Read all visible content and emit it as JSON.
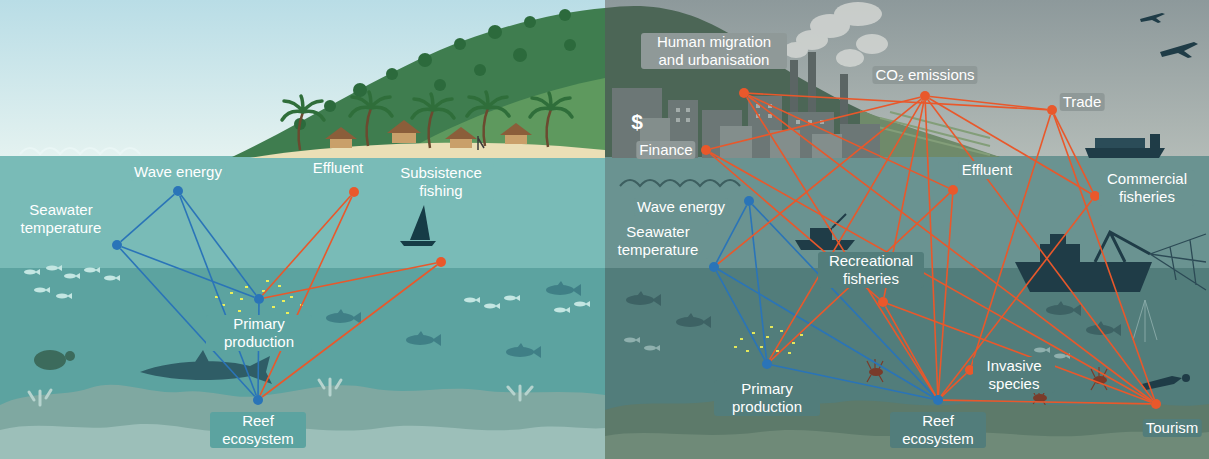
{
  "diagram": {
    "nodes": [
      {
        "text": [
          "Wave energy"
        ]
      },
      {
        "text": [
          "Effluent"
        ]
      },
      {
        "text": [
          "Seawater temperature"
        ]
      },
      {
        "text": [
          "Subsistence fishing"
        ]
      },
      {
        "text": [
          "Primary production"
        ]
      },
      {
        "text": [
          "Reef ecosystem"
        ]
      },
      {
        "text": [
          "Human migration and urbanisation"
        ]
      },
      {
        "text": [
          "CO₂ emissions"
        ]
      },
      {
        "text": [
          "Trade"
        ]
      },
      {
        "text": [
          "Finance"
        ]
      },
      {
        "text": [
          "Effluent"
        ]
      },
      {
        "text": [
          "Commercial fisheries"
        ]
      },
      {
        "text": [
          "Wave energy"
        ]
      },
      {
        "text": [
          "Seawater temperature"
        ]
      },
      {
        "text": [
          "Recreational fisheries"
        ]
      },
      {
        "text": [
          "Primary production"
        ]
      },
      {
        "text": [
          "Invasive species"
        ]
      },
      {
        "text": [
          "Tourism"
        ]
      },
      {
        "text": [
          "Reef ecosystem"
        ]
      }
    ],
    "edges": [
      {
        "from": 0,
        "to": 2,
        "arrow": "none"
      },
      {
        "from": 0,
        "to": 4,
        "arrow": "none"
      },
      {
        "from": 0,
        "to": 5,
        "arrow": "none"
      },
      {
        "from": 2,
        "to": 4,
        "arrow": "none"
      },
      {
        "from": 2,
        "to": 5,
        "arrow": "none"
      },
      {
        "from": 4,
        "to": 5,
        "arrow": "none"
      },
      {
        "from": 1,
        "to": 4,
        "arrow": "none"
      },
      {
        "from": 1,
        "to": 5,
        "arrow": "none"
      },
      {
        "from": 3,
        "to": 4,
        "arrow": "none"
      },
      {
        "from": 3,
        "to": 5,
        "arrow": "none"
      },
      {
        "from": 12,
        "to": 13,
        "arrow": "none"
      },
      {
        "from": 12,
        "to": 15,
        "arrow": "none"
      },
      {
        "from": 12,
        "to": 18,
        "arrow": "none"
      },
      {
        "from": 13,
        "to": 15,
        "arrow": "none"
      },
      {
        "from": 13,
        "to": 18,
        "arrow": "none"
      },
      {
        "from": 15,
        "to": 18,
        "arrow": "none"
      },
      {
        "from": 6,
        "to": 8,
        "arrow": "none"
      },
      {
        "from": 6,
        "to": 10,
        "arrow": "none"
      },
      {
        "from": 6,
        "to": 18,
        "arrow": "none"
      },
      {
        "from": 6,
        "to": 17,
        "arrow": "none"
      },
      {
        "from": 7,
        "to": 9,
        "arrow": "none"
      },
      {
        "from": 7,
        "to": 8,
        "arrow": "none"
      },
      {
        "from": 7,
        "to": 13,
        "arrow": "none"
      },
      {
        "from": 7,
        "to": 15,
        "arrow": "none"
      },
      {
        "from": 7,
        "to": 14,
        "arrow": "none"
      },
      {
        "from": 7,
        "to": 11,
        "arrow": "none"
      },
      {
        "from": 7,
        "to": 18,
        "arrow": "none"
      },
      {
        "from": 7,
        "to": 17,
        "arrow": "none"
      },
      {
        "from": 9,
        "to": 14,
        "arrow": "none"
      },
      {
        "from": 9,
        "to": 17,
        "arrow": "none"
      },
      {
        "from": 8,
        "to": 11,
        "arrow": "none"
      },
      {
        "from": 8,
        "to": 16,
        "arrow": "none"
      },
      {
        "from": 8,
        "to": 17,
        "arrow": "none"
      },
      {
        "from": 10,
        "to": 15,
        "arrow": "none"
      },
      {
        "from": 10,
        "to": 18,
        "arrow": "none"
      },
      {
        "from": 11,
        "to": 18,
        "arrow": "none"
      },
      {
        "from": 14,
        "to": 18,
        "arrow": "none"
      },
      {
        "from": 14,
        "to": 17,
        "arrow": "none"
      },
      {
        "from": 16,
        "to": 18,
        "arrow": "none"
      },
      {
        "from": 17,
        "to": 18,
        "arrow": "none"
      }
    ],
    "labels": [
      "$"
    ]
  }
}
